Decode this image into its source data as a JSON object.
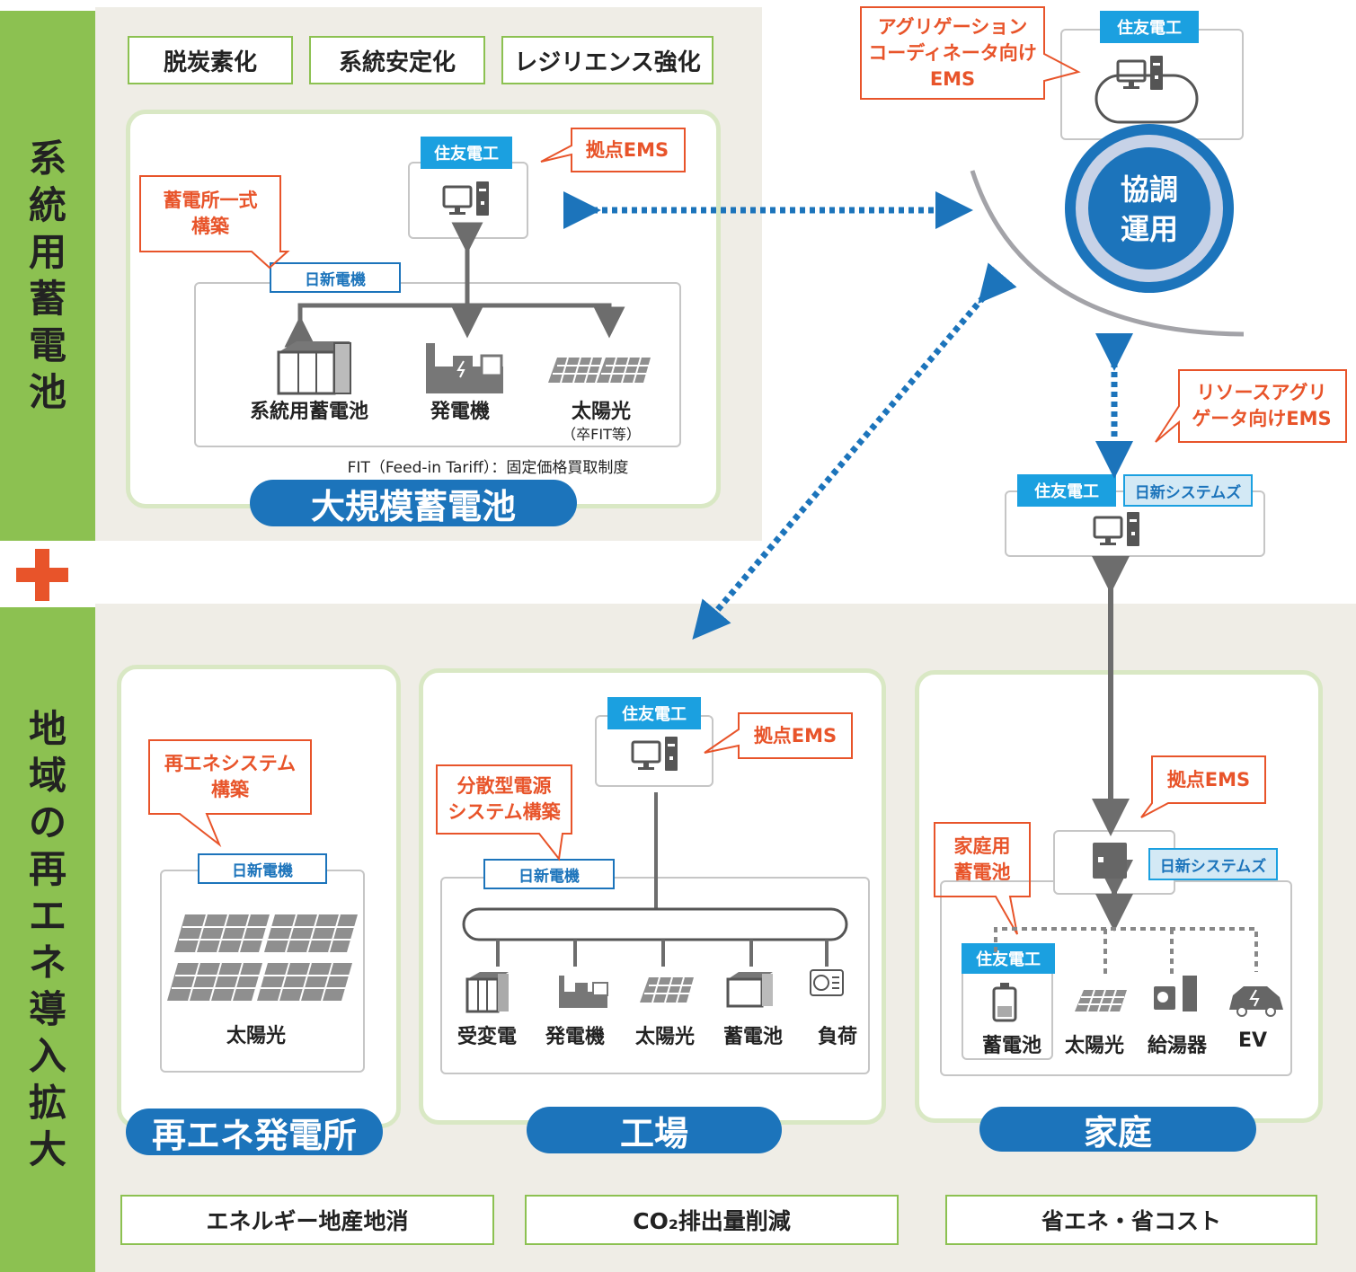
{
  "side_labels": {
    "top": "系統用蓄電池",
    "bottom": "地域の再エネ導入拡大"
  },
  "top_goals": [
    "脱炭素化",
    "系統安定化",
    "レジリエンス強化"
  ],
  "bottom_goals": [
    "エネルギー地産地消",
    "CO₂排出量削減",
    "省エネ・省コスト"
  ],
  "tags": {
    "sumitomo": "住友電工",
    "nissin_denki": "日新電機",
    "nissin_systems": "日新システムズ"
  },
  "large_battery": {
    "title": "大規模蓄電池",
    "callout_ems": "拠点EMS",
    "callout_build": [
      "蓄電所一式",
      "構築"
    ],
    "items": [
      "系統用蓄電池",
      "発電機",
      "太陽光"
    ],
    "solar_note": "（卒FIT等）",
    "footnote": "FIT（Feed-in Tariff）：固定価格買取制度"
  },
  "coordination": {
    "circle": [
      "協調",
      "運用"
    ],
    "callout_aggregator": [
      "アグリゲーション",
      "コーディネータ向け",
      "EMS"
    ],
    "callout_resource": [
      "リソースアグリ",
      "ゲータ向けEMS"
    ]
  },
  "renewable_plant": {
    "title": "再エネ発電所",
    "callout": [
      "再エネシステム",
      "構築"
    ],
    "item": "太陽光"
  },
  "factory": {
    "title": "工場",
    "callout_ems": "拠点EMS",
    "callout_build": [
      "分散型電源",
      "システム構築"
    ],
    "items": [
      "受変電",
      "発電機",
      "太陽光",
      "蓄電池",
      "負荷"
    ]
  },
  "home": {
    "title": "家庭",
    "callout_ems": "拠点EMS",
    "callout_battery": [
      "家庭用",
      "蓄電池"
    ],
    "items": [
      "蓄電池",
      "太陽光",
      "給湯器",
      "EV"
    ]
  },
  "colors": {
    "green": "#8cc151",
    "blue": "#1c74bb",
    "sky": "#1ba0e0",
    "orange": "#e8542a",
    "gray": "#6d6d6d",
    "beige": "#efede6"
  }
}
